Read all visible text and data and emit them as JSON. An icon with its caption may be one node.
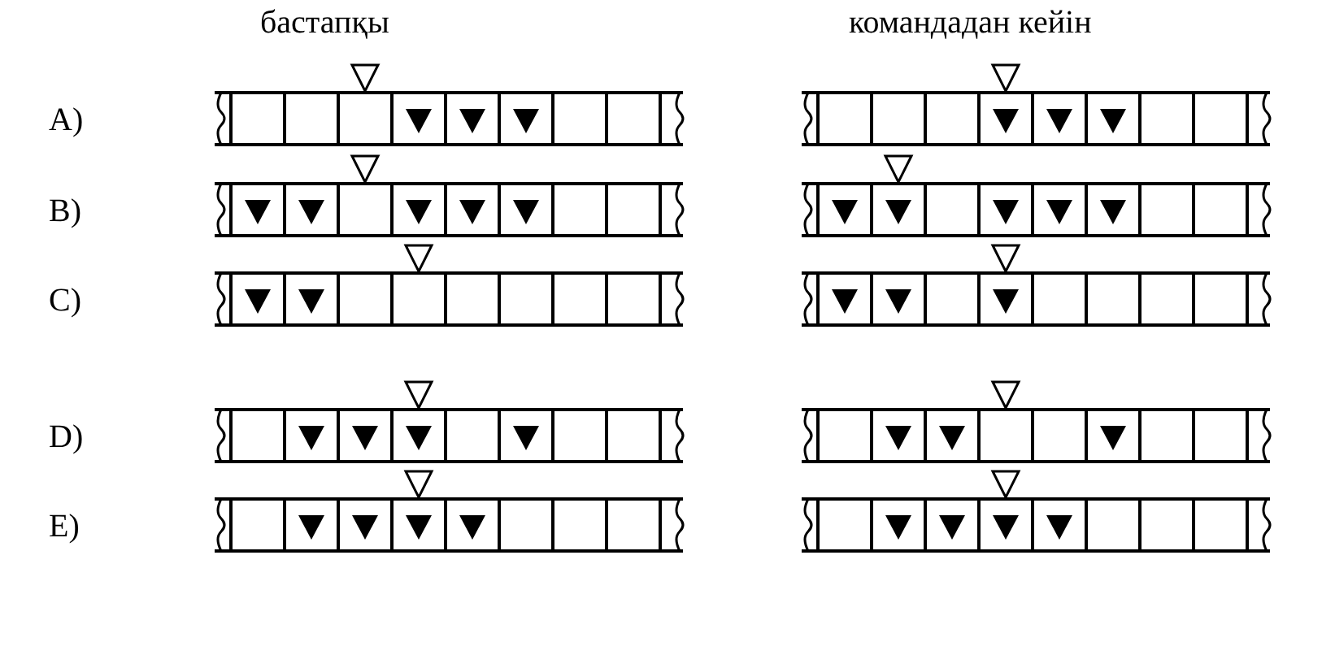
{
  "diagram": {
    "labels": [
      "бастапқы",
      "командадан кейін",
      "A)",
      "B)",
      "C)",
      "D)",
      "E)"
    ]
  }
}
